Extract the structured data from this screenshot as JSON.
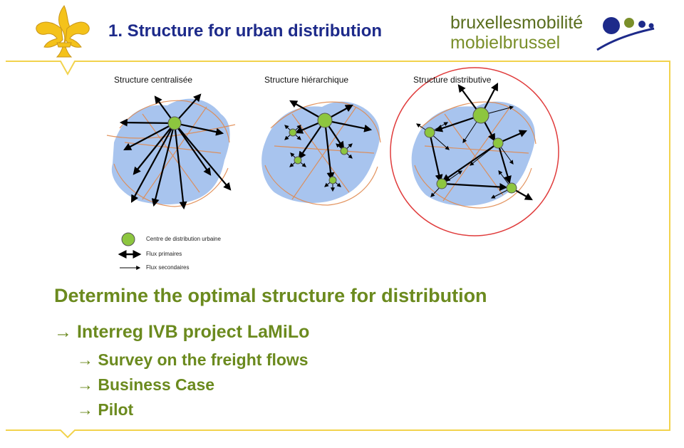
{
  "header": {
    "title": "1. Structure for urban distribution",
    "logo_line1": "bruxellesmobilité",
    "logo_line2": "mobielbrussel",
    "logo_brand_color": "#1d2a8a",
    "accent_green": "#6b8a1e"
  },
  "diagrams": [
    {
      "title": "Structure centralisée"
    },
    {
      "title": "Structure hiérarchique"
    },
    {
      "title": "Structure distributive"
    }
  ],
  "legend": {
    "center": "Centre de distribution urbaine",
    "primary": "Flux primaires",
    "secondary": "Flux secondaires"
  },
  "content": {
    "heading": "Determine the optimal structure for distribution",
    "bullet_main": "→ Interreg IVB project LaMiLo",
    "sub_bullets": [
      "→ Survey on the freight flows",
      "→ Business Case",
      "→ Pilot"
    ]
  }
}
